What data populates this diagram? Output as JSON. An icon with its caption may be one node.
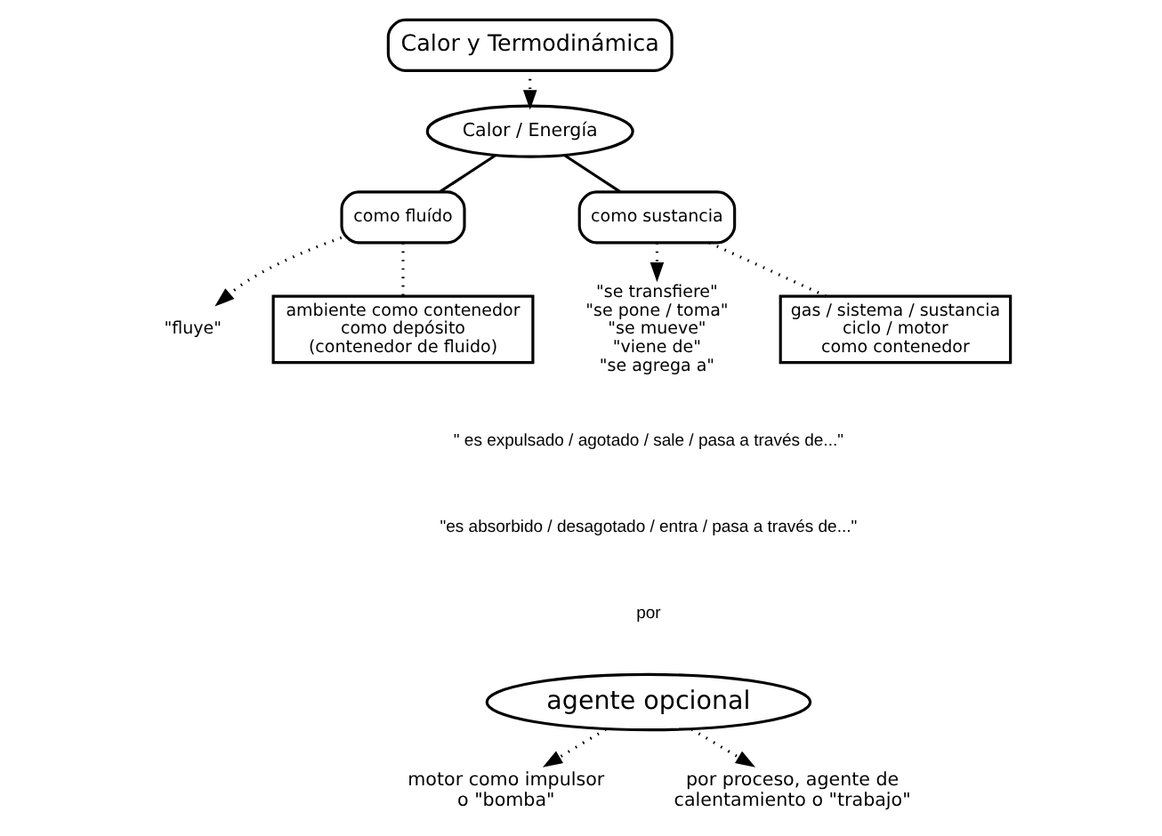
{
  "diagram": {
    "nodes": [
      {
        "text": [
          "Calor y Termodinámica"
        ]
      },
      {
        "text": [
          "Calor / Energía"
        ]
      },
      {
        "text": [
          "como fluído"
        ]
      },
      {
        "text": [
          "como sustancia"
        ]
      },
      {
        "text": [
          "\"fluye\""
        ]
      },
      {
        "text": [
          "\"se transfiere\"",
          "\"se pone / toma\"",
          "\"se mueve\"",
          "\"viene de\"",
          "\"se agrega a\""
        ]
      },
      {
        "text": [
          "ambiente como contenedor como depósito (contenedor de fluido)"
        ]
      },
      {
        "text": [
          "gas / sistema / sustancia ciclo / motor como contenedor"
        ]
      },
      {
        "text": [
          "agente opcional"
        ]
      },
      {
        "text": [
          "motor como impulsor o \"bomba\""
        ]
      },
      {
        "text": [
          "por proceso, agente de calentamiento o \"trabajo\""
        ]
      }
    ],
    "edges": [
      {
        "from": 0,
        "to": 1,
        "arrow": "to",
        "style": "dashed"
      },
      {
        "from": 1,
        "to": 2,
        "arrow": "none"
      },
      {
        "from": 1,
        "to": 3,
        "arrow": "none"
      },
      {
        "from": 2,
        "to": 4,
        "arrow": "to",
        "style": "dashed"
      },
      {
        "from": 2,
        "to": 6,
        "arrow": "none",
        "style": "dashed"
      },
      {
        "from": 3,
        "to": 5,
        "arrow": "to",
        "style": "dashed"
      },
      {
        "from": 3,
        "to": 7,
        "arrow": "none",
        "style": "dashed"
      },
      {
        "from": 8,
        "to": 9,
        "arrow": "to",
        "style": "dashed"
      },
      {
        "from": 8,
        "to": 10,
        "arrow": "to",
        "style": "dashed"
      }
    ],
    "labels": [
      "\" es expulsado / agotado / sale / pasa a través de...\"",
      "\"es absorbido / desagotado / entra / pasa a través de...\"",
      "por"
    ]
  }
}
